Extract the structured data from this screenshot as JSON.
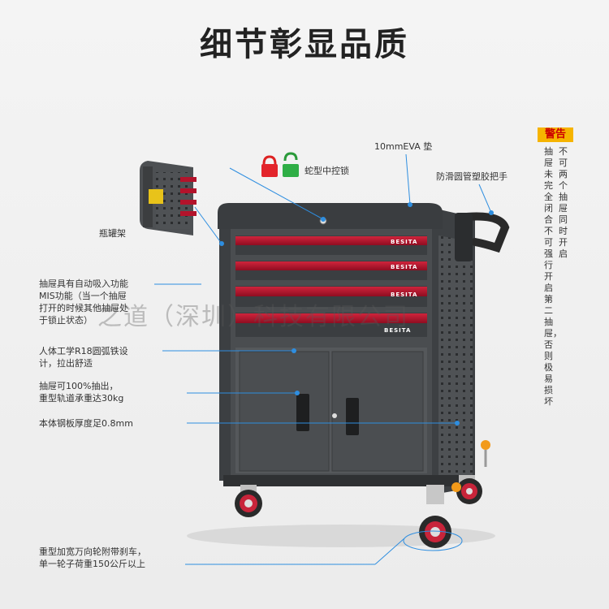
{
  "title": "细节彰显品质",
  "callouts": {
    "lock": "蛇型中控锁",
    "eva": "10mmEVA 垫",
    "handle": "防滑圆管塑胶把手",
    "bottle_rack": "瓶罐架",
    "drawer_auto_line1": "抽屉具有自动吸入功能",
    "drawer_auto_line2": "MIS功能（当一个抽屉",
    "drawer_auto_line3": "打开的时候其他抽屉处",
    "drawer_auto_line4": "于锁止状态）",
    "ergonomic_line1": "人体工学R18圆弧铁设",
    "ergonomic_line2": "计，拉出舒适",
    "drawer_pull_line1": "抽屉可100%抽出，",
    "drawer_pull_line2": "重型轨道承重达30kg",
    "steel": "本体钢板厚度足0.8mm",
    "wheel_line1": "重型加宽万向轮附带刹车，",
    "wheel_line2": "单一轮子荷重150公斤以上"
  },
  "warning": {
    "title": "警告",
    "col1": "不可两个抽屉同时开启",
    "col2": "抽屉未完全闭合不可强行开启第二抽屉，否则极易损坏"
  },
  "watermark": "之道（深圳）科技有限公司",
  "brand": "BESITA",
  "colors": {
    "body": "#4a4d50",
    "drawer_red": "#b3132b",
    "accent_blue": "#2e8ee0",
    "warning_bg": "#f6b400"
  }
}
